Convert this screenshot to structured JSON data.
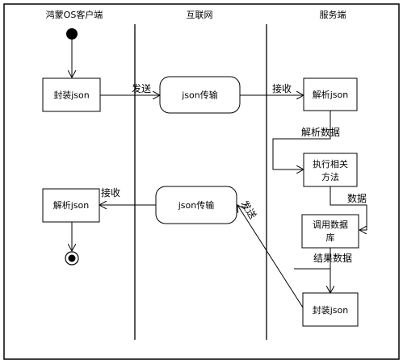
{
  "lanes": {
    "client": "鸿蒙OS客户端",
    "internet": "互联网",
    "server": "服务端"
  },
  "nodes": {
    "package_json_client": "封装json",
    "json_transfer_top": "json传输",
    "parse_json_server": "解析json",
    "execute_method_line1": "执行相关",
    "execute_method_line2": "方法",
    "call_database_line1": "调用数据",
    "call_database_line2": "库",
    "package_json_server": "封装json",
    "json_transfer_bottom": "json传输",
    "parse_json_client": "解析json"
  },
  "edges": {
    "send_top": "发送",
    "receive_top": "接收",
    "parse_data": "解析数据",
    "data": "数据",
    "result_data": "结果数据",
    "send_bottom": "发送",
    "receive_bottom": "接收"
  },
  "colors": {
    "stroke": "#000000",
    "background": "#ffffff"
  }
}
